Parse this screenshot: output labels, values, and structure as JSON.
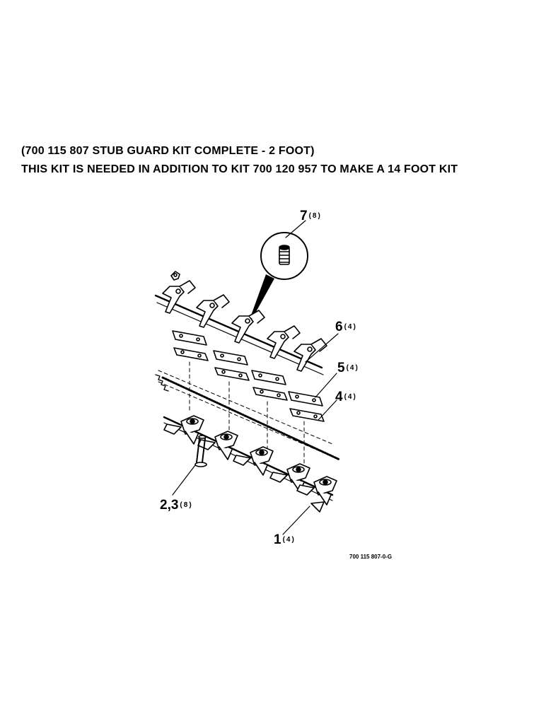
{
  "header": {
    "line1": "(700 115 807 STUB GUARD KIT COMPLETE - 2 FOOT)",
    "line2": "THIS KIT IS NEEDED IN ADDITION TO KIT 700 120 957 TO MAKE A 14 FOOT KIT"
  },
  "callouts": [
    {
      "id": "7",
      "label": "7",
      "qty": "(8)"
    },
    {
      "id": "6",
      "label": "6",
      "qty": "(4)"
    },
    {
      "id": "5",
      "label": "5",
      "qty": "(4)"
    },
    {
      "id": "4",
      "label": "4",
      "qty": "(4)"
    },
    {
      "id": "23",
      "label": "2,3",
      "qty": "(8)"
    },
    {
      "id": "1",
      "label": "1",
      "qty": "(4)"
    }
  ],
  "drawing_number": "700 115 807-0-G"
}
